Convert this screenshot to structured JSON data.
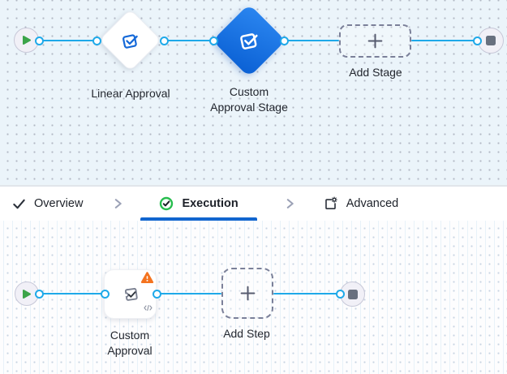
{
  "colors": {
    "line_blue": "#1ea9e9",
    "diamond_blue_1": "#2b86f0",
    "diamond_blue_2": "#0a60d4",
    "icon_blue": "#1569d8",
    "play_green": "#3da44a",
    "stop_gray": "#68707f",
    "warning_orange": "#f4731f",
    "underline_blue": "#1165cf",
    "check_green": "#27bd4e",
    "label": "#23272f"
  },
  "top_flow": {
    "stages": [
      {
        "label": "Linear Approval",
        "selected": false
      },
      {
        "label_line1": "Custom",
        "label_line2": "Approval Stage",
        "selected": true
      }
    ],
    "add_stage_label": "Add Stage"
  },
  "tabs": {
    "overview": "Overview",
    "execution": "Execution",
    "advanced": "Advanced",
    "active_tab": "Execution"
  },
  "bottom_flow": {
    "step": {
      "label_line1": "Custom",
      "label_line2": "Approval",
      "has_warning": true
    },
    "add_step_label": "Add Step"
  }
}
